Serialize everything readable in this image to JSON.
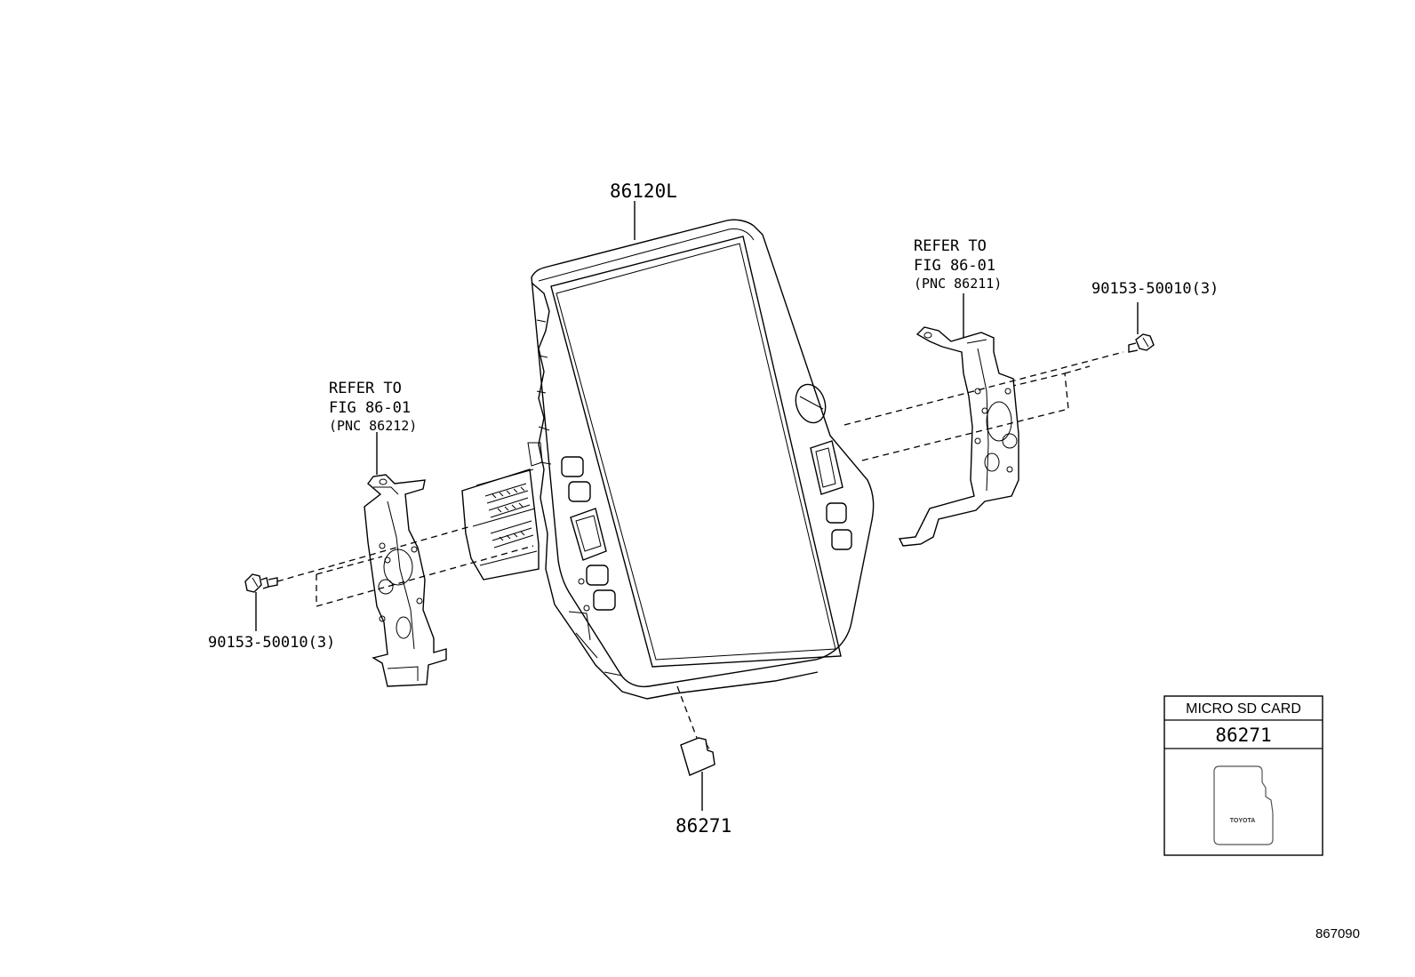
{
  "parts": {
    "display": {
      "number": "86120L"
    },
    "left_bracket": {
      "refer_line1": "REFER TO",
      "refer_line2": "FIG 86-01",
      "pnc": "(PNC 86212)"
    },
    "right_bracket": {
      "refer_line1": "REFER TO",
      "refer_line2": "FIG 86-01",
      "pnc": "(PNC 86211)"
    },
    "left_screw": {
      "number": "90153-50010(3)"
    },
    "right_screw": {
      "number": "90153-50010(3)"
    },
    "sd_card": {
      "number": "86271"
    }
  },
  "legend_box": {
    "title": "MICRO SD CARD",
    "number": "86271",
    "logo_text": "TOYOTA"
  },
  "figure_id": "867090"
}
